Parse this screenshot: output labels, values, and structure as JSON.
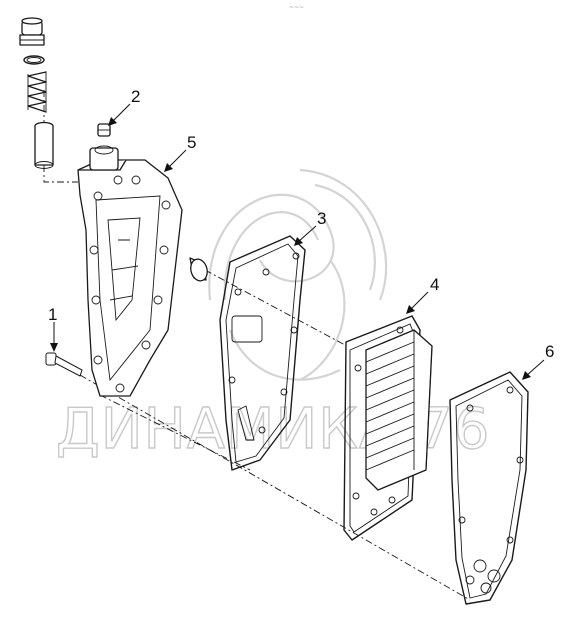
{
  "diagram": {
    "header_mark": "~~~",
    "watermark": "ДИНАМИКА 76",
    "callouts": [
      {
        "id": "1",
        "label": "1"
      },
      {
        "id": "2",
        "label": "2"
      },
      {
        "id": "3",
        "label": "3"
      },
      {
        "id": "4",
        "label": "4"
      },
      {
        "id": "5",
        "label": "5"
      },
      {
        "id": "6",
        "label": "6"
      }
    ]
  }
}
